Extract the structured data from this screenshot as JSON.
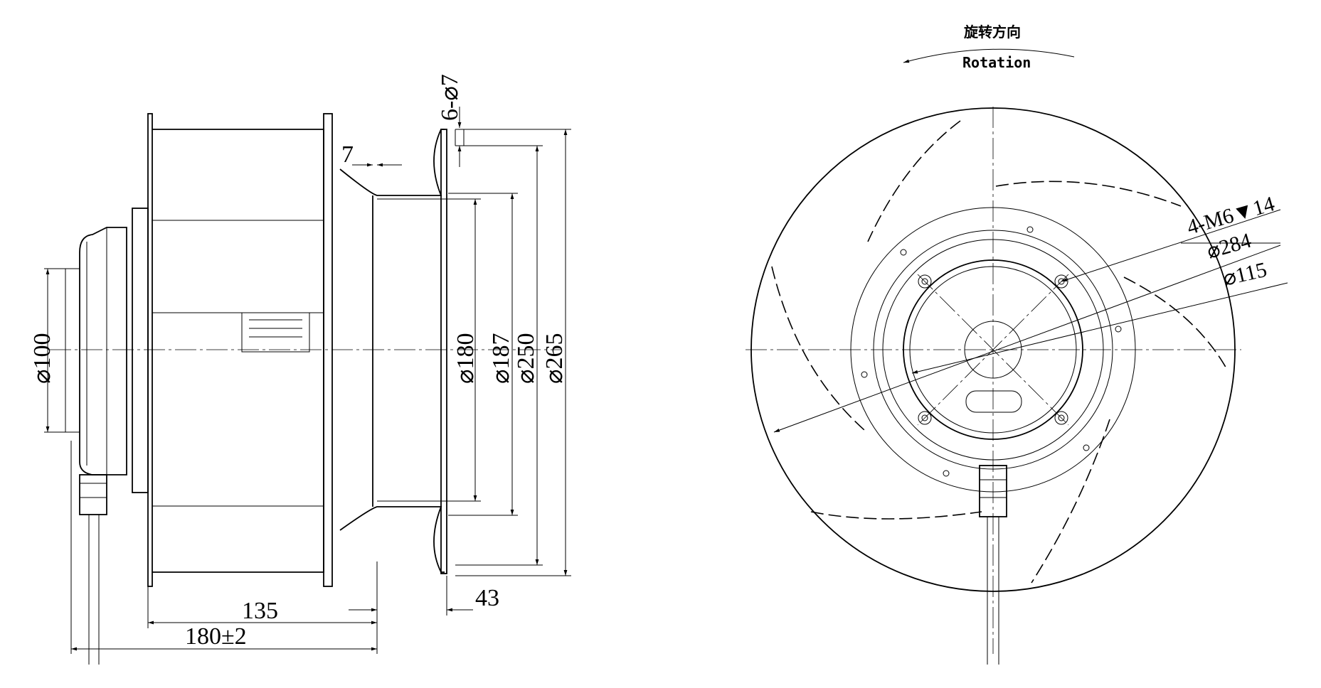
{
  "rotation": {
    "label_cn": "旋转方向",
    "label_en": "Rotation"
  },
  "side_view": {
    "dims": {
      "d100": "⌀100",
      "d180": "⌀180",
      "d187": "⌀187",
      "d250": "⌀250",
      "d265": "⌀265",
      "holes": "6-⌀7",
      "flange_thickness": "7",
      "len_135": "135",
      "len_180": "180±2",
      "len_43": "43"
    }
  },
  "front_view": {
    "dims": {
      "thread": "4-M6▼14",
      "d284": "⌀284",
      "d115": "⌀115"
    }
  }
}
